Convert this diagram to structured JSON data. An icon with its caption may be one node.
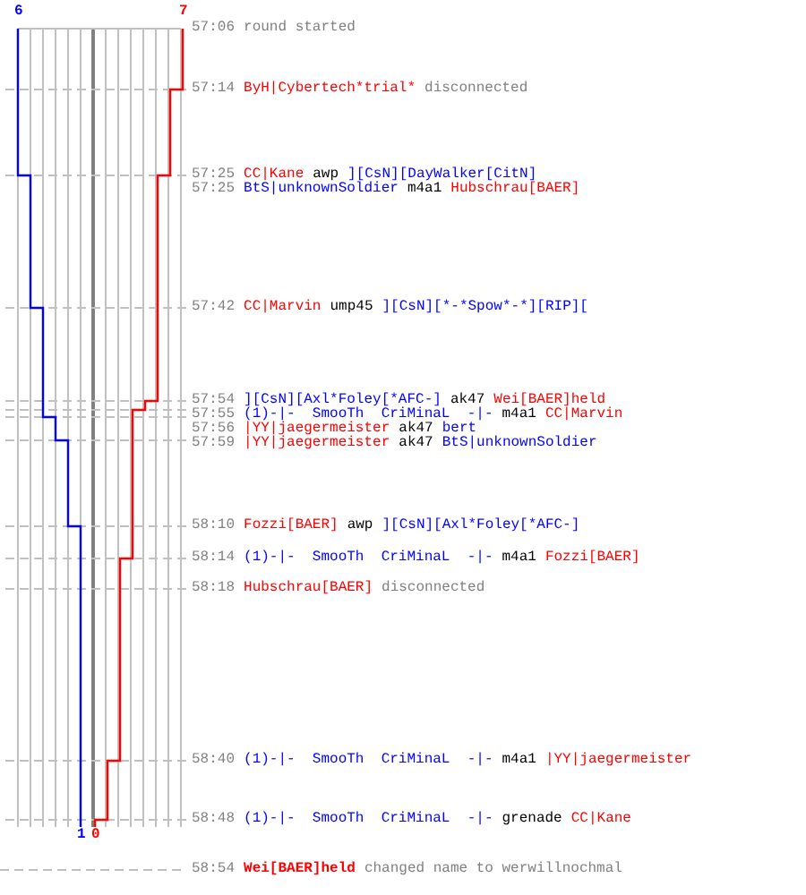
{
  "diagram": {
    "labels": [
      "6",
      "7",
      "57:06",
      "round started",
      "57:14",
      "ByH|Cybertech*trial*",
      "disconnected",
      "57:25",
      "CC|Kane",
      "awp",
      "][CsN][DayWalker[CitN]",
      "57:25",
      "BtS|unknownSoldier",
      "m4a1",
      "Hubschrau[BAER]",
      "57:42",
      "CC|Marvin",
      "ump45",
      "][CsN][*-*Spow*-*][RIP][",
      "57:54",
      "][CsN][Axl*Foley[*AFC-]",
      "ak47",
      "Wei[BAER]held",
      "57:55",
      "(1)-|-  SmooTh  CriMinaL  -|-",
      "m4a1",
      "CC|Marvin",
      "57:56",
      "|YY|jaegermeister",
      "ak47",
      "bert",
      "57:59",
      "|YY|jaegermeister",
      "ak47",
      "BtS|unknownSoldier",
      "58:10",
      "Fozzi[BAER]",
      "awp",
      "][CsN][Axl*Foley[*AFC-]",
      "58:14",
      "(1)-|-  SmooTh  CriMinaL  -|-",
      "m4a1",
      "Fozzi[BAER]",
      "58:18",
      "Hubschrau[BAER]",
      "disconnected",
      "58:40",
      "(1)-|-  SmooTh  CriMinaL  -|-",
      "m4a1",
      "|YY|jaegermeister",
      "58:48",
      "(1)-|-  SmooTh  CriMinaL  -|-",
      "grenade",
      "CC|Kane",
      "1",
      "0",
      "58:54",
      "Wei[BAER]held",
      "changed name to werwillnochmal"
    ]
  }
}
